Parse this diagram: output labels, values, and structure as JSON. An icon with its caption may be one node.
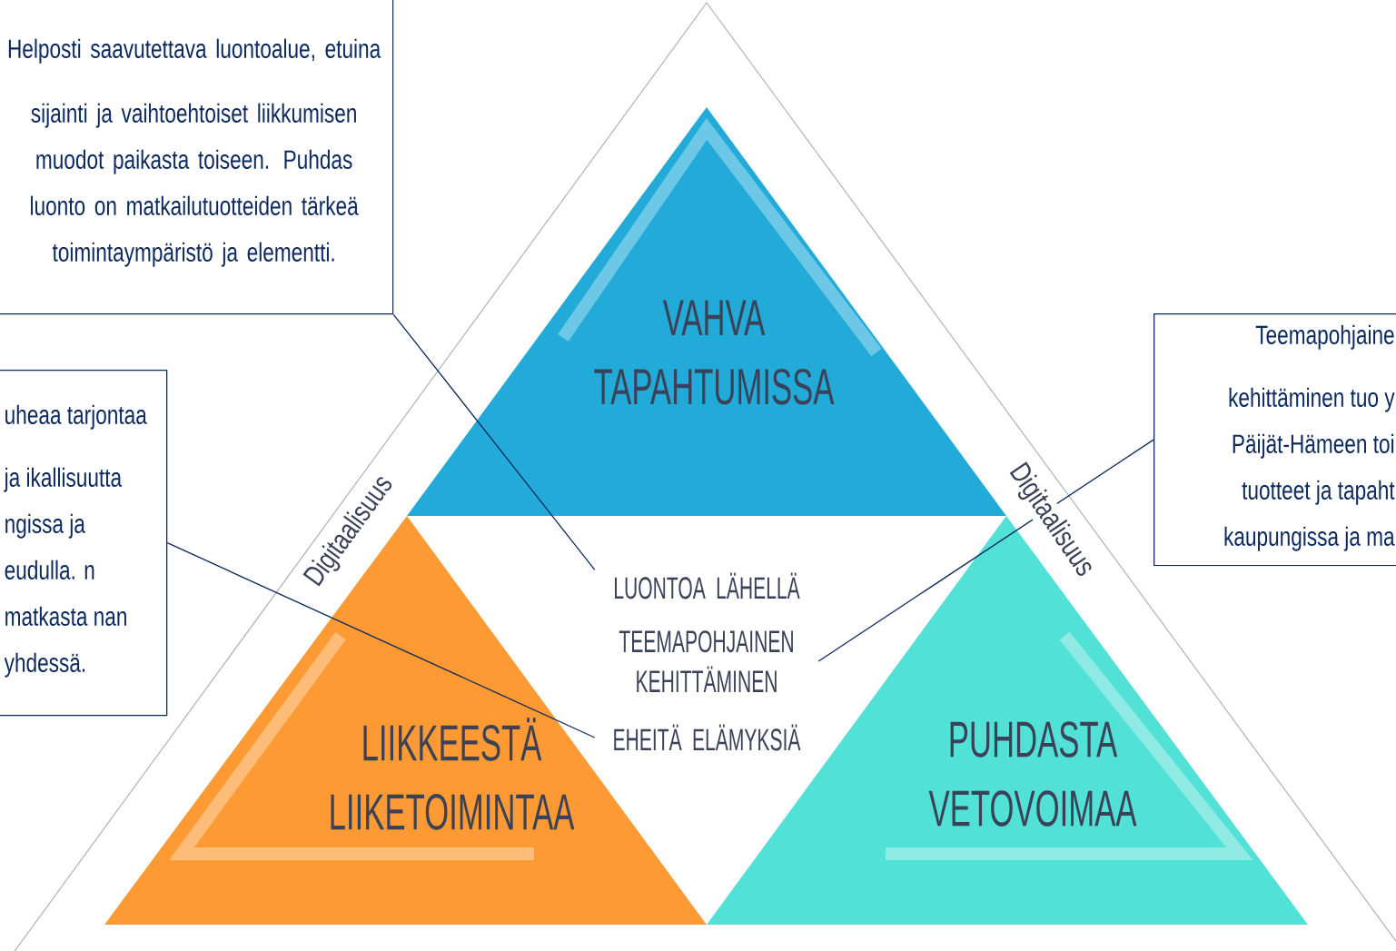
{
  "diagram": {
    "nodes": [
      {
        "text": [
          "Helposti saavutettava luontoalue, etuina sijainti ja vaihtoehtoiset liikkumisen muodot paikasta toiseen. Puhdas luonto on matkailutuotteiden tärkeä toimintaympäristö ja elementti."
        ]
      },
      {
        "text": [
          "VAHVA TAPAHTUMISSA"
        ]
      },
      {
        "text": [
          "Teemapohjaine kehittäminen tuo y Päijät-Hämeen toi tuotteet ja tapaht kaupungissa ja ma"
        ]
      },
      {
        "text": [
          "uheaa tarjontaa ja ikallisuutta ngissa ja eudulla. n matkasta nan yhdessä."
        ]
      },
      {
        "text": [
          "LUONTOA LÄHELLÄ"
        ]
      },
      {
        "text": [
          "TEEMAPOHJAINEN KEHITTÄMINEN"
        ]
      },
      {
        "text": [
          "EHEITÄ ELÄMYKSIÄ"
        ]
      },
      {
        "text": [
          "LIIKKEESTÄ LIIKETOIMINTAA"
        ]
      },
      {
        "text": [
          "PUHDASTA VETOVOIMAA"
        ]
      }
    ],
    "edges": [
      {
        "from": 0,
        "to": 4,
        "arrow": "none"
      },
      {
        "from": 2,
        "to": 5,
        "arrow": "none"
      },
      {
        "from": 3,
        "to": 6,
        "arrow": "none"
      }
    ],
    "labels": [
      "Digitaalisuus",
      "Digitaalisuus"
    ]
  }
}
